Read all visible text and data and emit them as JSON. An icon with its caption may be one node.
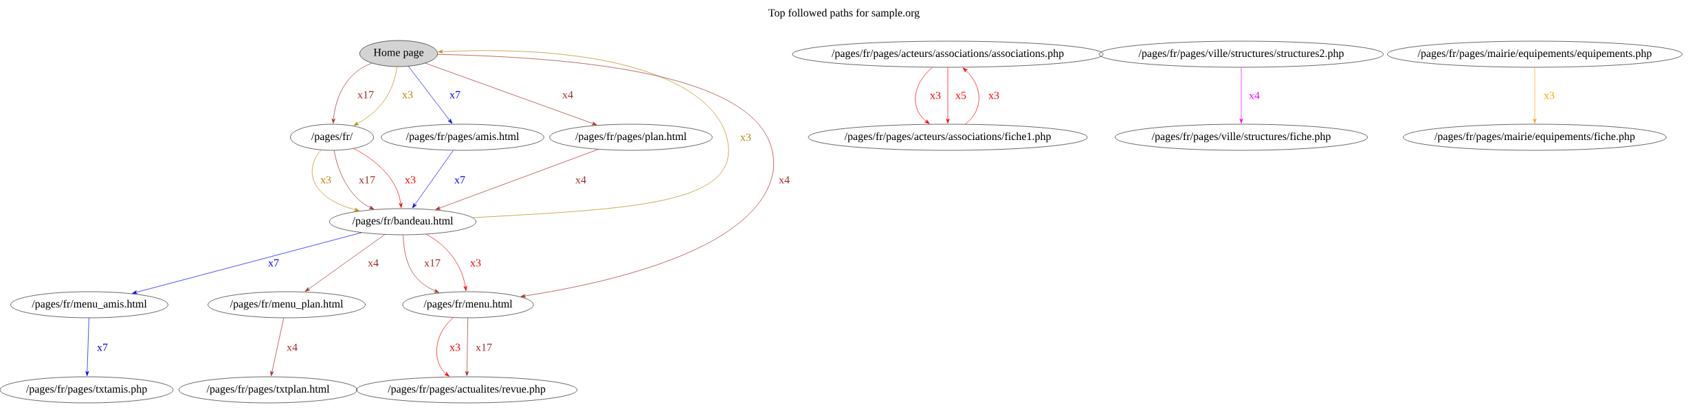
{
  "diagram": {
    "title": "Top followed paths for sample.org",
    "nodes": [
      {
        "text": [
          "Home page"
        ]
      },
      {
        "text": [
          "/pages/fr/"
        ]
      },
      {
        "text": [
          "/pages/fr/pages/amis.html"
        ]
      },
      {
        "text": [
          "/pages/fr/pages/plan.html"
        ]
      },
      {
        "text": [
          "/pages/fr/bandeau.html"
        ]
      },
      {
        "text": [
          "/pages/fr/menu_amis.html"
        ]
      },
      {
        "text": [
          "/pages/fr/menu_plan.html"
        ]
      },
      {
        "text": [
          "/pages/fr/menu.html"
        ]
      },
      {
        "text": [
          "/pages/fr/pages/txtamis.php"
        ]
      },
      {
        "text": [
          "/pages/fr/pages/txtplan.html"
        ]
      },
      {
        "text": [
          "/pages/fr/pages/actualites/revue.php"
        ]
      },
      {
        "text": [
          "/pages/fr/pages/acteurs/associations/associations.php"
        ]
      },
      {
        "text": [
          "/pages/fr/pages/acteurs/associations/fiche1.php"
        ]
      },
      {
        "text": [
          "/pages/fr/pages/ville/structures/structures2.php"
        ]
      },
      {
        "text": [
          "/pages/fr/pages/ville/structures/fiche.php"
        ]
      },
      {
        "text": [
          "/pages/fr/pages/mairie/equipements/equipements.php"
        ]
      },
      {
        "text": [
          "/pages/fr/pages/mairie/equipements/fiche.php"
        ]
      }
    ],
    "edges": [
      {
        "from": 0,
        "to": 1,
        "arrow": "to",
        "label": "x17",
        "color": "#a52a2a"
      },
      {
        "from": 0,
        "to": 1,
        "arrow": "to",
        "label": "x3",
        "color": "#b8860b"
      },
      {
        "from": 0,
        "to": 2,
        "arrow": "to",
        "label": "x7",
        "color": "#0000ff"
      },
      {
        "from": 0,
        "to": 3,
        "arrow": "to",
        "label": "x4",
        "color": "#a52a2a"
      },
      {
        "from": 4,
        "to": 0,
        "arrow": "to",
        "label": "x3",
        "color": "#b8860b"
      },
      {
        "from": 0,
        "to": 7,
        "arrow": "to",
        "label": "x4",
        "color": "#a52a2a"
      },
      {
        "from": 1,
        "to": 4,
        "arrow": "to",
        "label": "x3",
        "color": "#b8860b"
      },
      {
        "from": 1,
        "to": 4,
        "arrow": "to",
        "label": "x17",
        "color": "#a52a2a"
      },
      {
        "from": 1,
        "to": 4,
        "arrow": "to",
        "label": "x3",
        "color": "#ff0000"
      },
      {
        "from": 2,
        "to": 4,
        "arrow": "to",
        "label": "x7",
        "color": "#0000ff"
      },
      {
        "from": 3,
        "to": 4,
        "arrow": "to",
        "label": "x4",
        "color": "#a52a2a"
      },
      {
        "from": 4,
        "to": 5,
        "arrow": "to",
        "label": "x7",
        "color": "#0000ff"
      },
      {
        "from": 4,
        "to": 6,
        "arrow": "to",
        "label": "x4",
        "color": "#a52a2a"
      },
      {
        "from": 4,
        "to": 7,
        "arrow": "to",
        "label": "x17",
        "color": "#a52a2a"
      },
      {
        "from": 4,
        "to": 7,
        "arrow": "to",
        "label": "x3",
        "color": "#ff0000"
      },
      {
        "from": 5,
        "to": 8,
        "arrow": "to",
        "label": "x7",
        "color": "#0000ff"
      },
      {
        "from": 6,
        "to": 9,
        "arrow": "to",
        "label": "x4",
        "color": "#a52a2a"
      },
      {
        "from": 7,
        "to": 10,
        "arrow": "to",
        "label": "x3",
        "color": "#ff0000"
      },
      {
        "from": 7,
        "to": 10,
        "arrow": "to",
        "label": "x17",
        "color": "#a52a2a"
      },
      {
        "from": 11,
        "to": 12,
        "arrow": "to",
        "label": "x3",
        "color": "#ff0000"
      },
      {
        "from": 11,
        "to": 12,
        "arrow": "to",
        "label": "x5",
        "color": "#ff0000"
      },
      {
        "from": 12,
        "to": 11,
        "arrow": "to",
        "label": "x3",
        "color": "#ff0000"
      },
      {
        "from": 13,
        "to": 14,
        "arrow": "to",
        "label": "x4",
        "color": "#ff00ff"
      },
      {
        "from": 15,
        "to": 16,
        "arrow": "to",
        "label": "x3",
        "color": "#ffa500"
      }
    ]
  }
}
